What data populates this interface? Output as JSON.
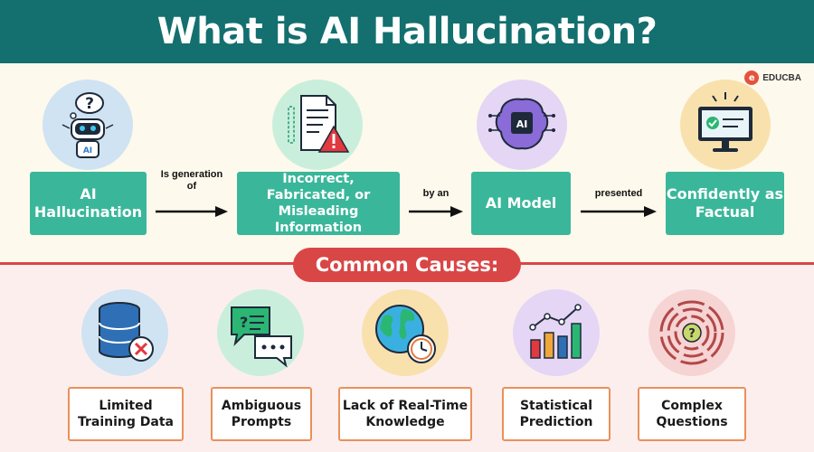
{
  "header": {
    "title": "What is AI Hallucination?"
  },
  "brand": {
    "mark": "e",
    "name": "EDUCBA"
  },
  "flow": {
    "boxes": [
      {
        "label": "AI Hallucination"
      },
      {
        "label": "Incorrect, Fabricated, or Misleading Information"
      },
      {
        "label": "AI Model"
      },
      {
        "label": "Confidently as Factual"
      }
    ],
    "connectors": [
      {
        "label": "Is generation of"
      },
      {
        "label": "by an"
      },
      {
        "label": "presented"
      }
    ],
    "icons": [
      "robot-thinking-icon",
      "document-warning-icon",
      "ai-brain-chip-icon",
      "monitor-check-icon"
    ],
    "ai_badge": "AI",
    "robot_badge": "AI",
    "question_mark": "?"
  },
  "causes": {
    "title": "Common Causes:",
    "items": [
      {
        "label": "Limited Training Data",
        "icon": "database-error-icon"
      },
      {
        "label": "Ambiguous Prompts",
        "icon": "chat-bubbles-icon"
      },
      {
        "label": "Lack of Real-Time Knowledge",
        "icon": "globe-clock-icon"
      },
      {
        "label": "Statistical Prediction",
        "icon": "bar-chart-trend-icon"
      },
      {
        "label": "Complex Questions",
        "icon": "maze-question-icon"
      }
    ],
    "maze_mark": "?"
  },
  "colors": {
    "header": "#146f6f",
    "flow_box": "#3ab79a",
    "divider": "#d94646",
    "cause_border": "#e8915b",
    "top_bg": "#fdf9ec",
    "bottom_bg": "#fdeeee"
  }
}
